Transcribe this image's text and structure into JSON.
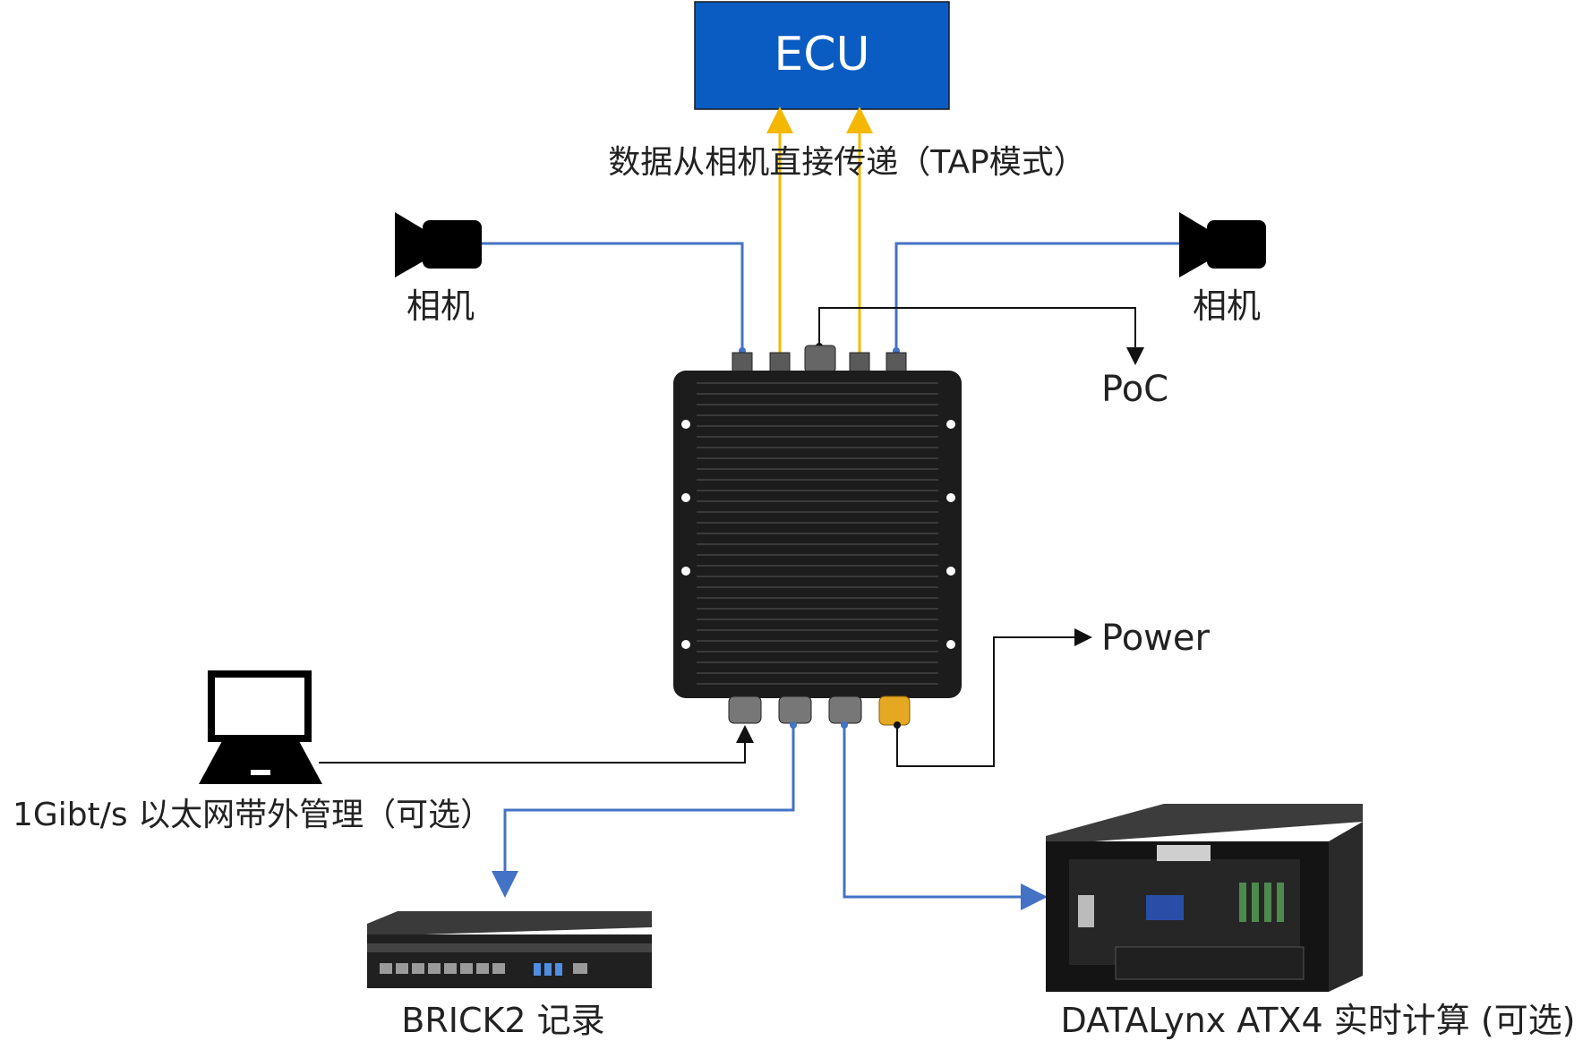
{
  "ecu": {
    "label": "ECU",
    "fill": "#0a5cc2"
  },
  "tap_note": "数据从相机直接传递（TAP模式）",
  "camera_left_label": "相机",
  "camera_right_label": "相机",
  "poc_label": "PoC",
  "power_label": "Power",
  "laptop_label": "1Gibt/s 以太网带外管理（可选）",
  "brick_label": "BRICK2 记录",
  "datalynx_label": "DATALynx ATX4 实时计算 (可选)",
  "colors": {
    "data_link": "#4472c4",
    "tap_link": "#f5b800",
    "control_link": "#111111",
    "device_body": "#1c1c1c",
    "power_connector": "#e5a823"
  }
}
